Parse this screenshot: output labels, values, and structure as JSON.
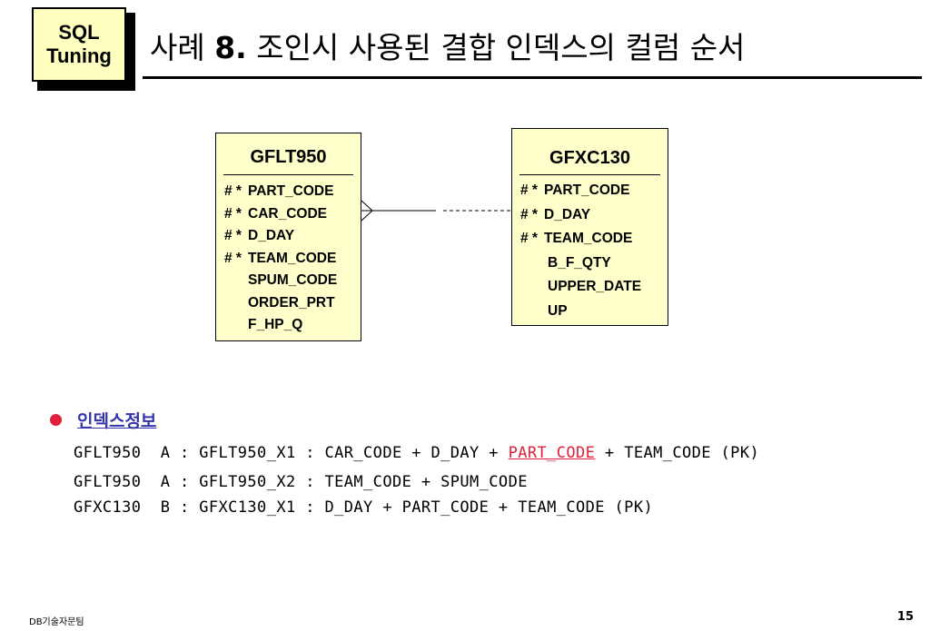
{
  "logo": {
    "line1": "SQL",
    "line2": "Tuning"
  },
  "title": {
    "prefix": "사례 ",
    "number": "8.",
    "text": " 조인시 사용된 결합 인덱스의 컬럼 순서"
  },
  "entities": [
    {
      "name": "GFLT950",
      "attributes": [
        {
          "prefix": "# *",
          "name": "PART_CODE"
        },
        {
          "prefix": "# *",
          "name": "CAR_CODE"
        },
        {
          "prefix": "# *",
          "name": "D_DAY"
        },
        {
          "prefix": "# *",
          "name": "TEAM_CODE"
        },
        {
          "prefix": "",
          "name": "SPUM_CODE"
        },
        {
          "prefix": "",
          "name": "ORDER_PRT"
        },
        {
          "prefix": "",
          "name": "F_HP_Q"
        }
      ]
    },
    {
      "name": "GFXC130",
      "attributes": [
        {
          "prefix": "# *",
          "name": "PART_CODE"
        },
        {
          "prefix": "# *",
          "name": "D_DAY"
        },
        {
          "prefix": "# *",
          "name": "TEAM_CODE"
        },
        {
          "prefix": "",
          "name": "B_F_QTY"
        },
        {
          "prefix": "",
          "name": "UPPER_DATE"
        },
        {
          "prefix": "",
          "name": "UP"
        }
      ]
    }
  ],
  "index_info": {
    "heading": "인덱스정보",
    "lines": [
      {
        "before": "GFLT950  A : GFLT950_X1 : CAR_CODE + D_DAY + ",
        "highlight": "PART_CODE",
        "after": " + TEAM_CODE (PK)"
      },
      {
        "before": "GFLT950  A : GFLT950_X2 : TEAM_CODE + SPUM_CODE",
        "highlight": "",
        "after": ""
      },
      {
        "before": "GFXC130  B : GFXC130_X1 : D_DAY + PART_CODE + TEAM_CODE (PK)",
        "highlight": "",
        "after": ""
      }
    ]
  },
  "footer": {
    "left": "DB기술자문팀",
    "page": "15"
  },
  "colors": {
    "highlight": "#e0203a",
    "heading": "#3333aa",
    "entity_fill": "#ffffcc",
    "logo_fill": "#ffffc0"
  }
}
